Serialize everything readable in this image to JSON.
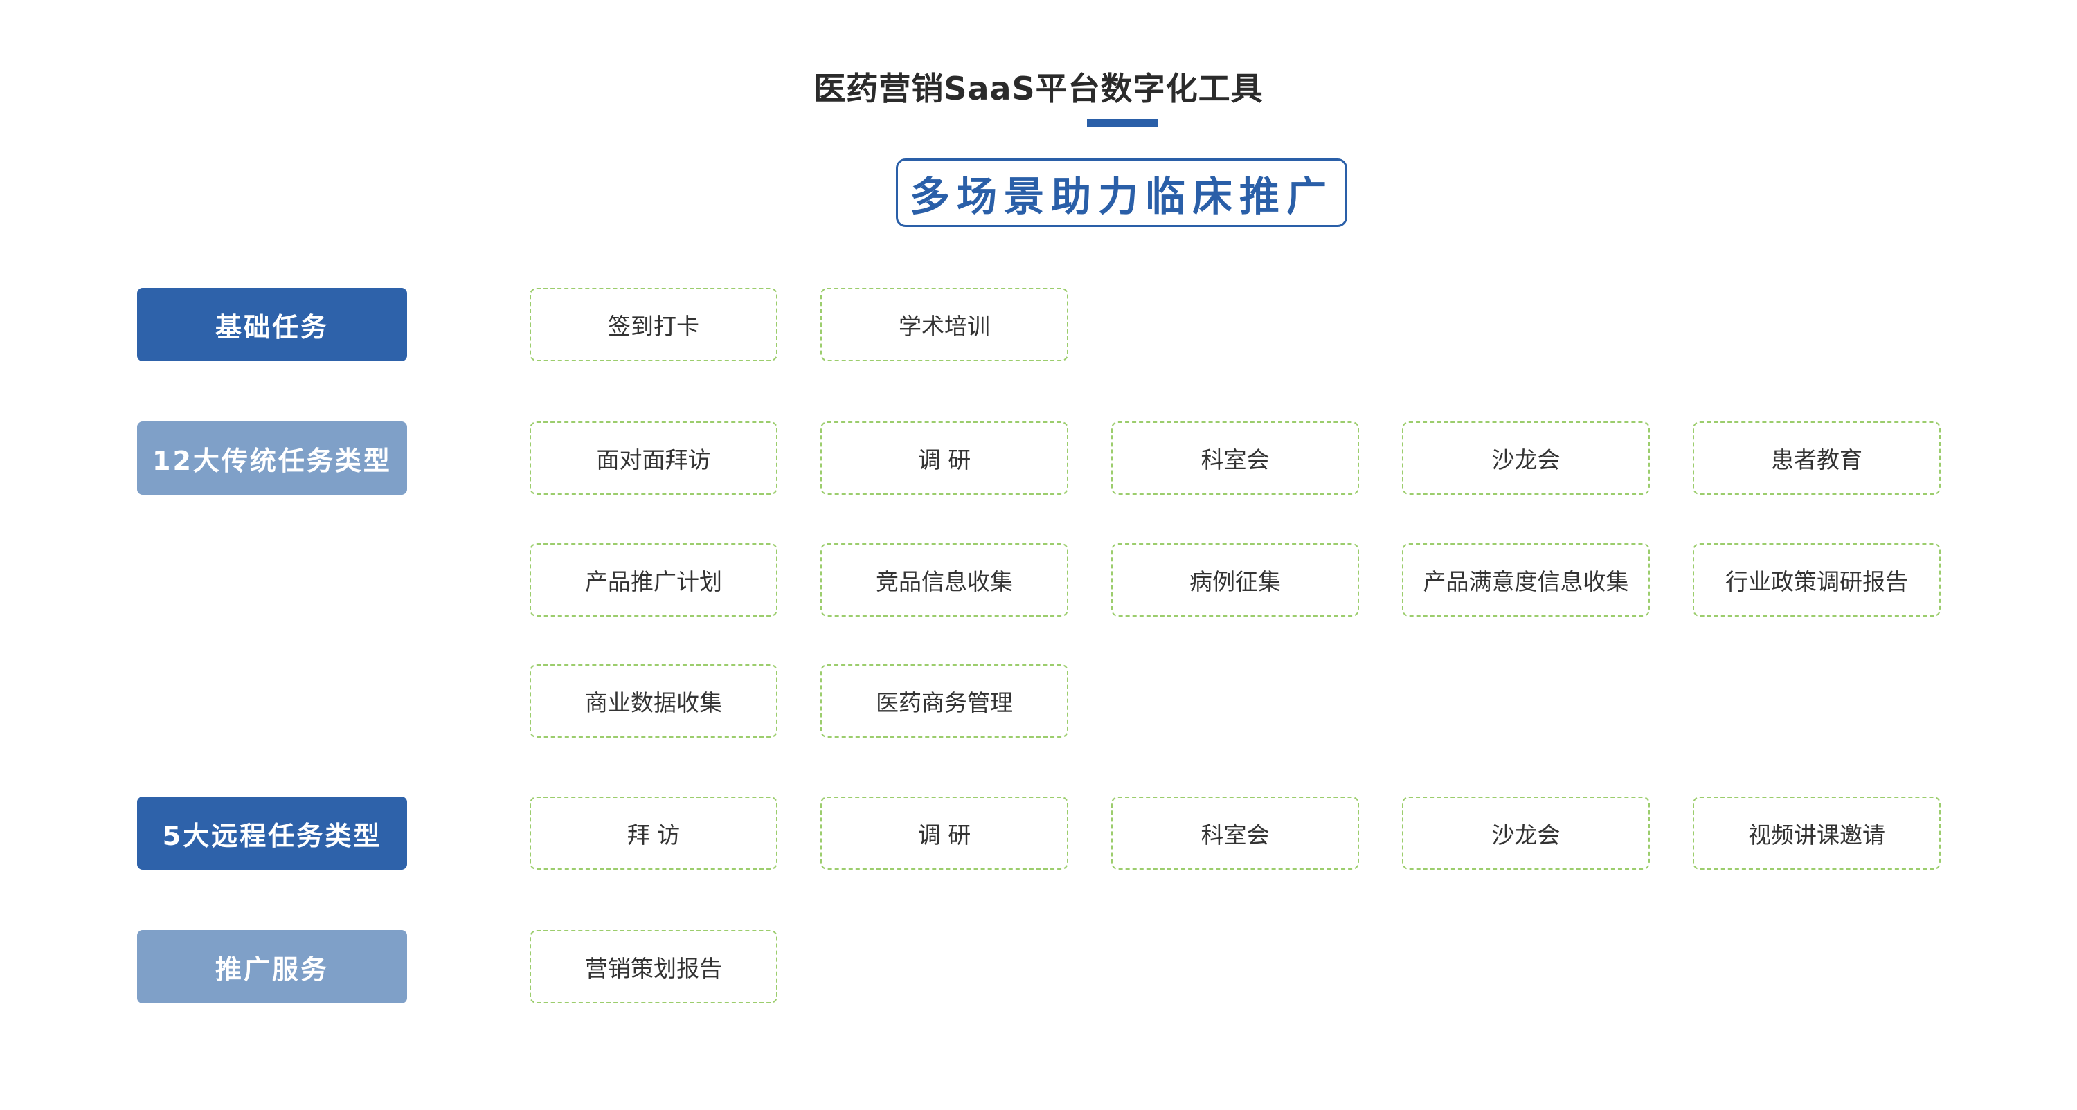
{
  "title": "医药营销SaaS平台数字化工具",
  "subtitle": "多场景助力临床推广",
  "categories": {
    "basic": "基础任务",
    "traditional": "12大传统任务类型",
    "remote": "5大远程任务类型",
    "promotion": "推广服务"
  },
  "basic_tasks": [
    "签到打卡",
    "学术培训"
  ],
  "traditional_tasks": [
    "面对面拜访",
    "调 研",
    "科室会",
    "沙龙会",
    "患者教育",
    "产品推广计划",
    "竞品信息收集",
    "病例征集",
    "产品满意度信息收集",
    "行业政策调研报告",
    "商业数据收集",
    "医药商务管理"
  ],
  "remote_tasks": [
    "拜 访",
    "调 研",
    "科室会",
    "沙龙会",
    "视频讲课邀请"
  ],
  "promotion_services": [
    "营销策划报告"
  ],
  "colors": {
    "primary": "#2e62aa",
    "category_light": "#7fa0c8",
    "tag_border": "#9ccd6d",
    "title_text": "#2b2b2b"
  }
}
